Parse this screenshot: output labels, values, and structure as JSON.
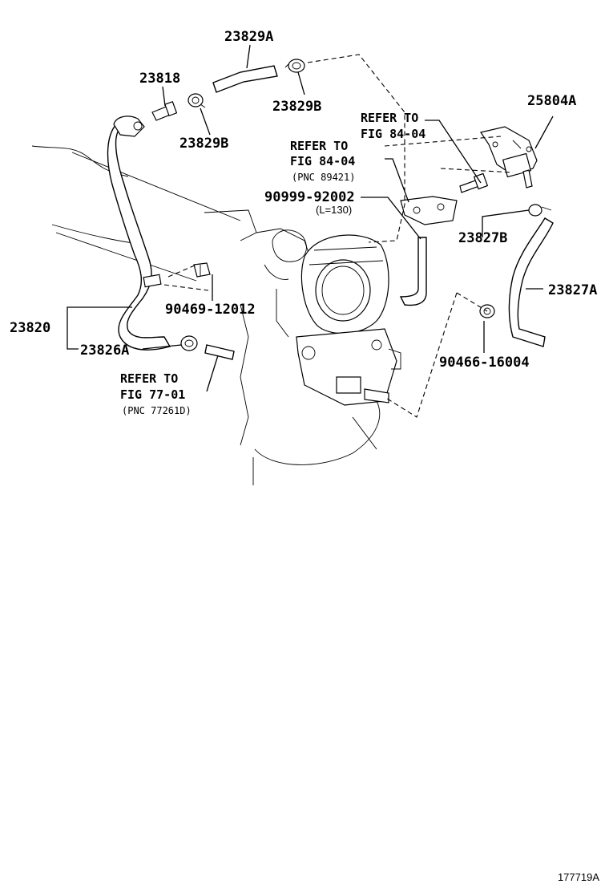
{
  "labels": {
    "p23829A": "23829A",
    "p23818": "23818",
    "p23829B_1": "23829B",
    "p23829B_2": "23829B",
    "p25804A": "25804A",
    "p90999": "90999-92002",
    "len": "(L=130)",
    "p23827B": "23827B",
    "p23827A": "23827A",
    "p90469": "90469-12012",
    "p23820": "23820",
    "p23826A": "23826A",
    "p90466": "90466-16004"
  },
  "refs": {
    "ref1": {
      "line1": "REFER TO",
      "line2": "FIG 84-04"
    },
    "ref2": {
      "line1": "REFER TO",
      "line2": "FIG 84-04",
      "line3": "(PNC 89421)"
    },
    "ref3": {
      "line1": "REFER TO",
      "line2": "FIG 77-01",
      "line3": "(PNC 77261D)"
    }
  },
  "figure_code": "177719A"
}
